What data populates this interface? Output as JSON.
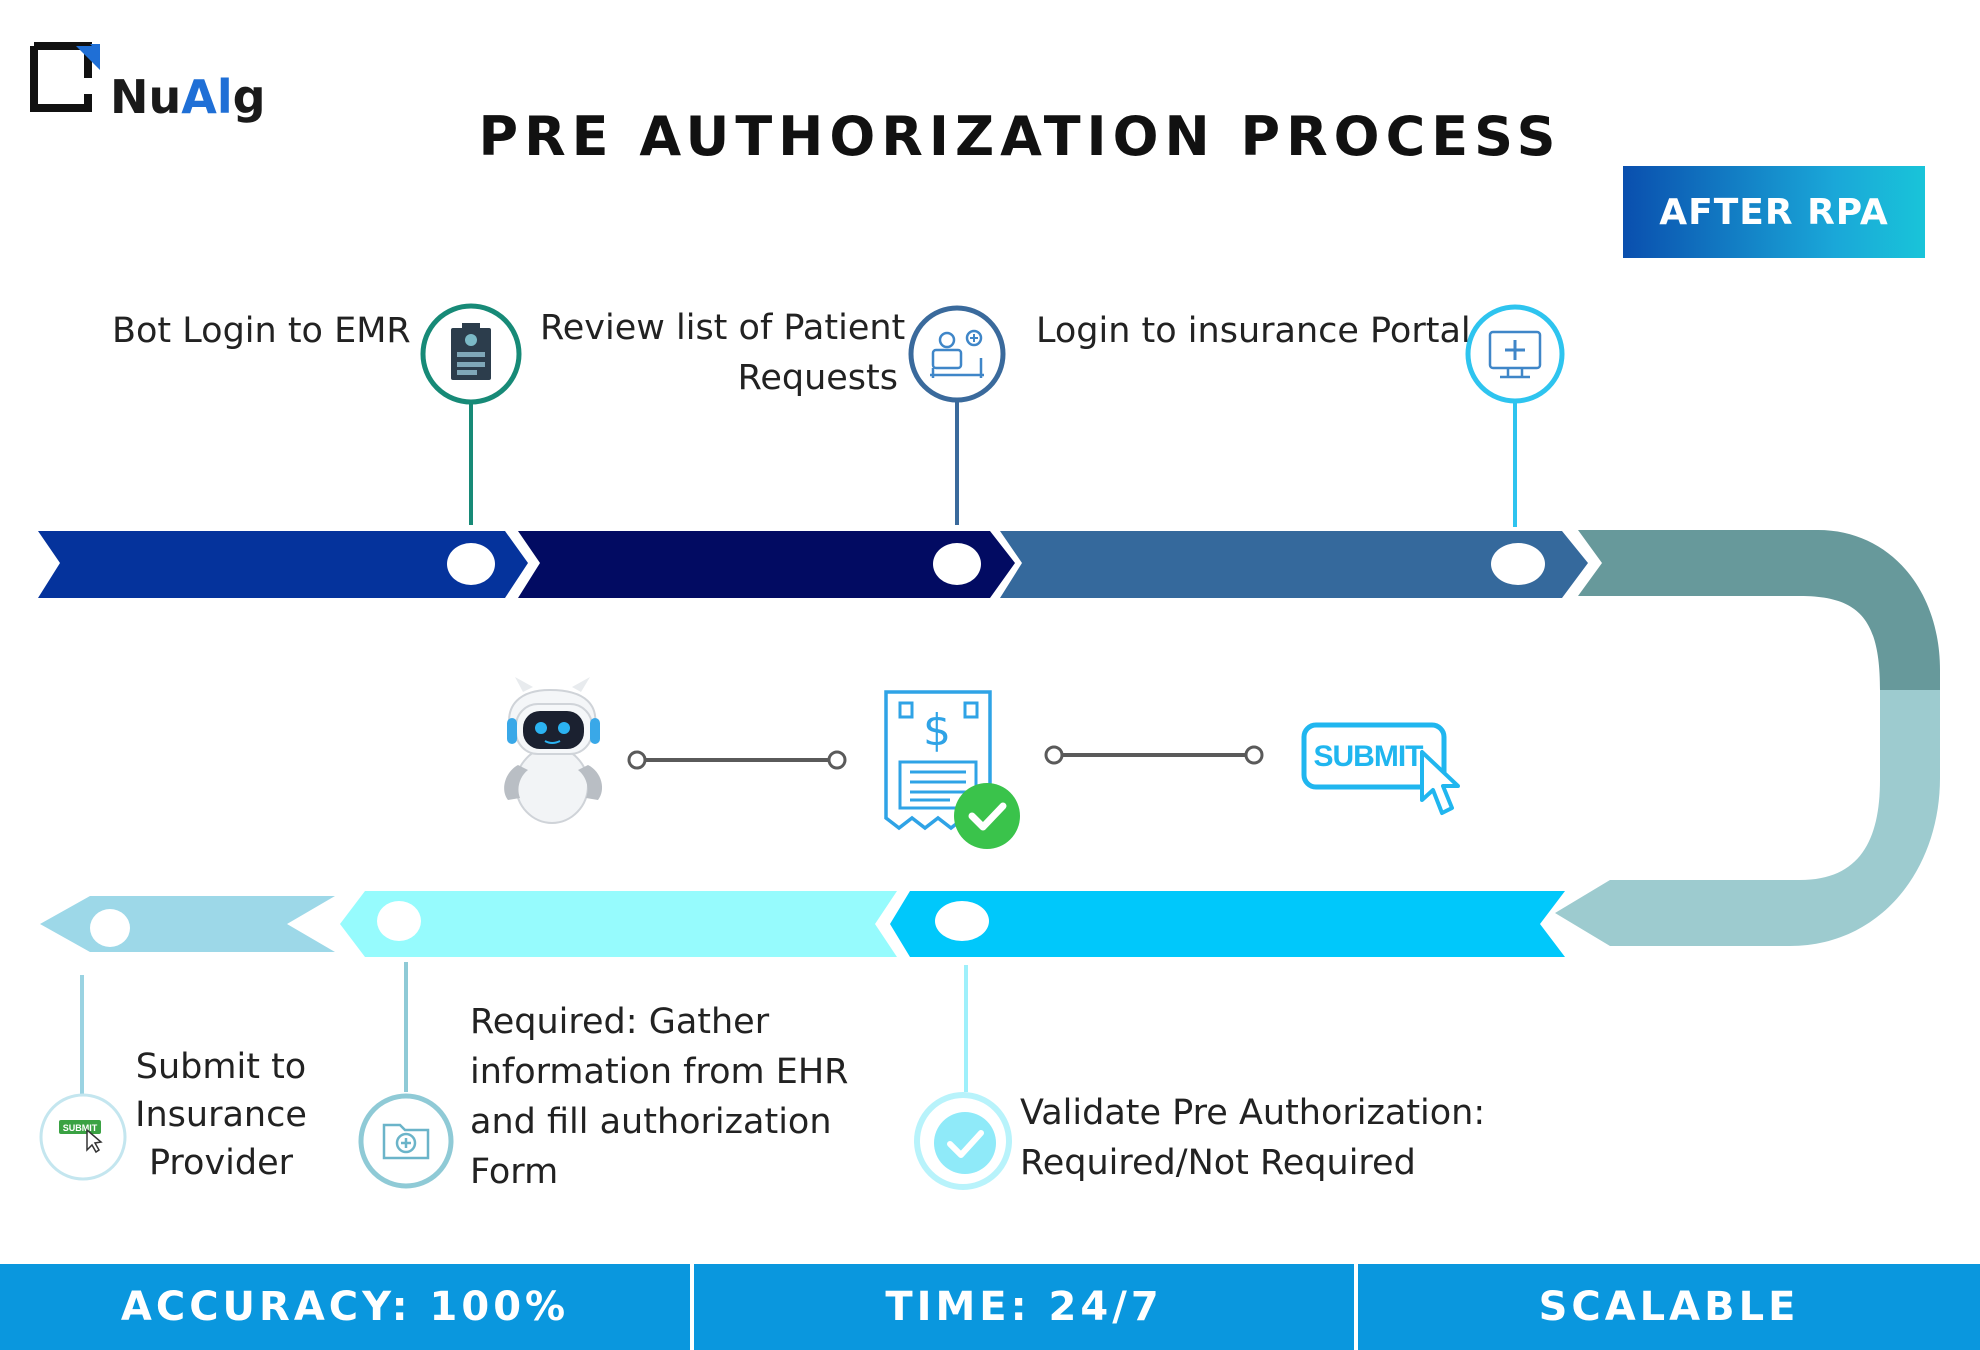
{
  "brand": {
    "logo_nu": "Nu",
    "logo_al": "Al",
    "logo_g": "g"
  },
  "title": "PRE AUTHORIZATION PROCESS",
  "badge": "AFTER RPA",
  "steps_top": [
    {
      "label": "Bot Login to EMR",
      "icon": "clipboard-icon",
      "color": "#178a77"
    },
    {
      "label_line1": "Review list of Patient",
      "label_line2": "Requests",
      "icon": "patient-bed-icon",
      "color": "#3a6a9c"
    },
    {
      "label": "Login to insurance Portal",
      "icon": "medical-monitor-icon",
      "color": "#2ec4ef"
    }
  ],
  "steps_bottom": [
    {
      "label_line1": "Submit to",
      "label_line2": "Insurance",
      "label_line3": "Provider",
      "icon": "submit-button-icon",
      "color": "#9ad3e2"
    },
    {
      "label_line1": "Required: Gather",
      "label_line2": "information from EHR",
      "label_line3": "and fill authorization",
      "label_line4": "Form",
      "icon": "medical-folder-icon",
      "color": "#8fcad6"
    },
    {
      "label_line1": "Validate Pre Authorization:",
      "label_line2": "Required/Not Required",
      "icon": "check-circle-icon",
      "color": "#9ef0fb"
    }
  ],
  "center_icons": [
    "robot-icon",
    "invoice-check-icon",
    "submit-click-icon"
  ],
  "submit_text": "SUBMIT",
  "small_submit_text": "SUBMIT",
  "stats": {
    "accuracy": "ACCURACY: 100%",
    "time": "TIME: 24/7",
    "scalable": "SCALABLE"
  },
  "colors": {
    "arrow1": "#05339c",
    "arrow2": "#020b62",
    "arrow3": "#35699c",
    "curve_top": "#67999b",
    "curve_bottom": "#9dcbcf",
    "arrow4": "#00c8fb",
    "arrow5": "#96fbfd",
    "arrow6": "#9dd8e8",
    "footer": "#0a97de"
  }
}
